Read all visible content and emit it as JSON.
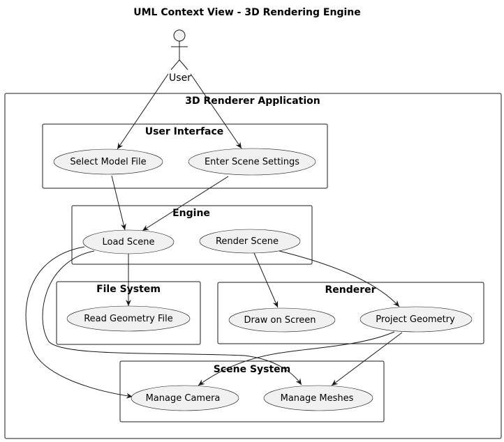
{
  "title": "UML Context View - 3D Rendering Engine",
  "actor": {
    "name": "User"
  },
  "colors": {
    "usecase_fill": "#f1f1f1",
    "usecase_stroke": "#181818",
    "box_stroke": "#181818",
    "line": "#181818",
    "background": "#ffffff"
  },
  "packages": {
    "app": "3D Renderer Application",
    "ui": "User Interface",
    "engine": "Engine",
    "fs": "File System",
    "renderer": "Renderer",
    "scene": "Scene System"
  },
  "usecases": {
    "select_model": "Select Model File",
    "enter_settings": "Enter Scene Settings",
    "load_scene": "Load Scene",
    "render_scene": "Render Scene",
    "read_geometry": "Read Geometry File",
    "draw_screen": "Draw on Screen",
    "project_geometry": "Project Geometry",
    "manage_camera": "Manage Camera",
    "manage_meshes": "Manage Meshes"
  },
  "relations": [
    {
      "from": "User",
      "to": "Select Model File"
    },
    {
      "from": "User",
      "to": "Enter Scene Settings"
    },
    {
      "from": "Select Model File",
      "to": "Load Scene"
    },
    {
      "from": "Enter Scene Settings",
      "to": "Load Scene"
    },
    {
      "from": "Load Scene",
      "to": "Read Geometry File"
    },
    {
      "from": "Load Scene",
      "to": "Manage Camera"
    },
    {
      "from": "Load Scene",
      "to": "Manage Meshes"
    },
    {
      "from": "Render Scene",
      "to": "Draw on Screen"
    },
    {
      "from": "Render Scene",
      "to": "Project Geometry"
    },
    {
      "from": "Project Geometry",
      "to": "Manage Camera"
    },
    {
      "from": "Project Geometry",
      "to": "Manage Meshes"
    }
  ]
}
